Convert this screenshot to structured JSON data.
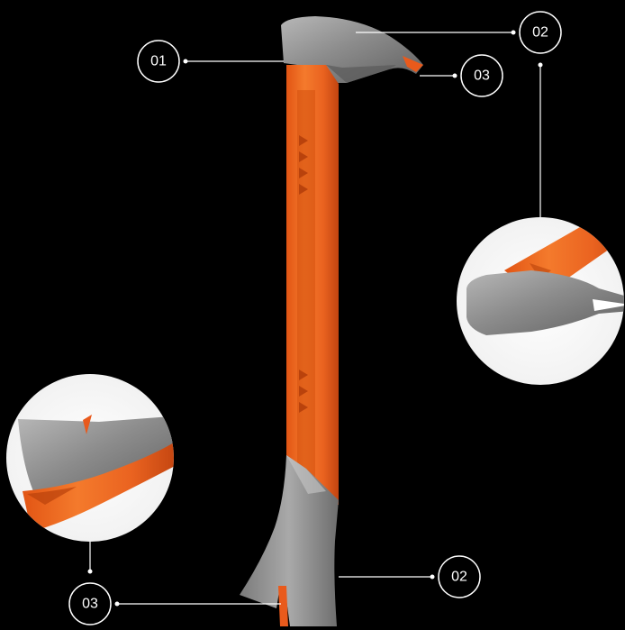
{
  "product": {
    "name": "",
    "colors": {
      "handle": "#f26a21",
      "handle_dark": "#c9470f",
      "metal": "#8f8f8f",
      "background": "#000000",
      "callout": "#ffffff"
    }
  },
  "callouts": [
    {
      "id": "01",
      "label": "01"
    },
    {
      "id": "02-top",
      "label": "02"
    },
    {
      "id": "03-top",
      "label": "03"
    },
    {
      "id": "02-bottom",
      "label": "02"
    },
    {
      "id": "03-bottom",
      "label": "03"
    }
  ],
  "details": [
    {
      "name": "claw-end-detail"
    },
    {
      "name": "chisel-end-detail"
    }
  ]
}
